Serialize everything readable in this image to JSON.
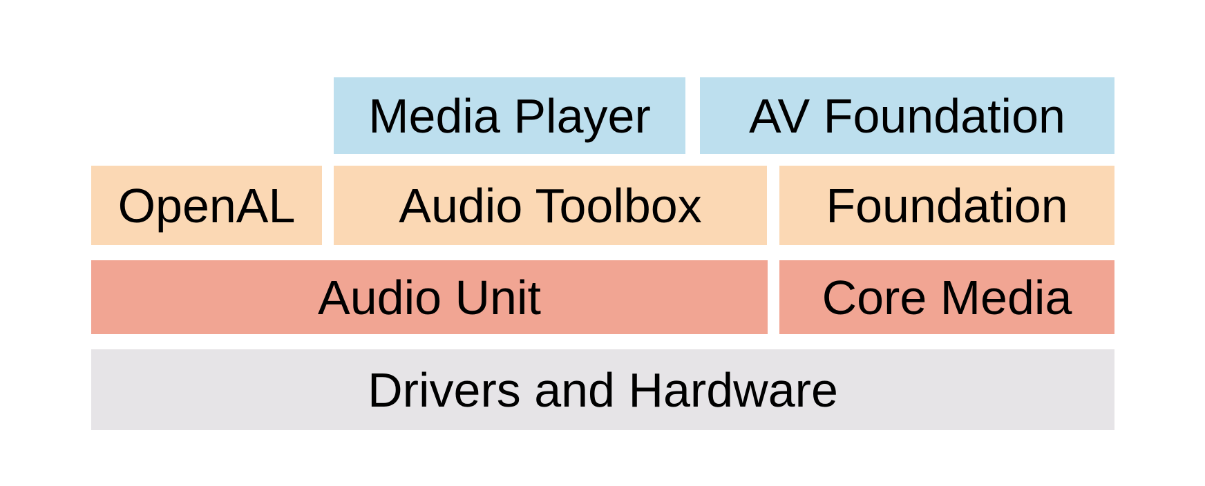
{
  "diagram": {
    "background": "#FFFFFF",
    "text_color": "#000000",
    "level_colors": {
      "application_level": "#BDDFEE",
      "toolbox_level": "#FBD8B4",
      "core_level": "#F1A593",
      "hardware_level": "#E6E4E7"
    },
    "boxes": {
      "media_player": {
        "label": "Media Player",
        "color": "#BDDFEE"
      },
      "av_foundation": {
        "label": "AV Foundation",
        "color": "#BDDFEE"
      },
      "openal": {
        "label": "OpenAL",
        "color": "#FBD8B4"
      },
      "audio_toolbox": {
        "label": "Audio Toolbox",
        "color": "#FBD8B4"
      },
      "foundation": {
        "label": "Foundation",
        "color": "#FBD8B4"
      },
      "audio_unit": {
        "label": "Audio Unit",
        "color": "#F1A593"
      },
      "core_media": {
        "label": "Core Media",
        "color": "#F1A593"
      },
      "drivers_hardware": {
        "label": "Drivers and Hardware",
        "color": "#E6E4E7"
      }
    }
  }
}
